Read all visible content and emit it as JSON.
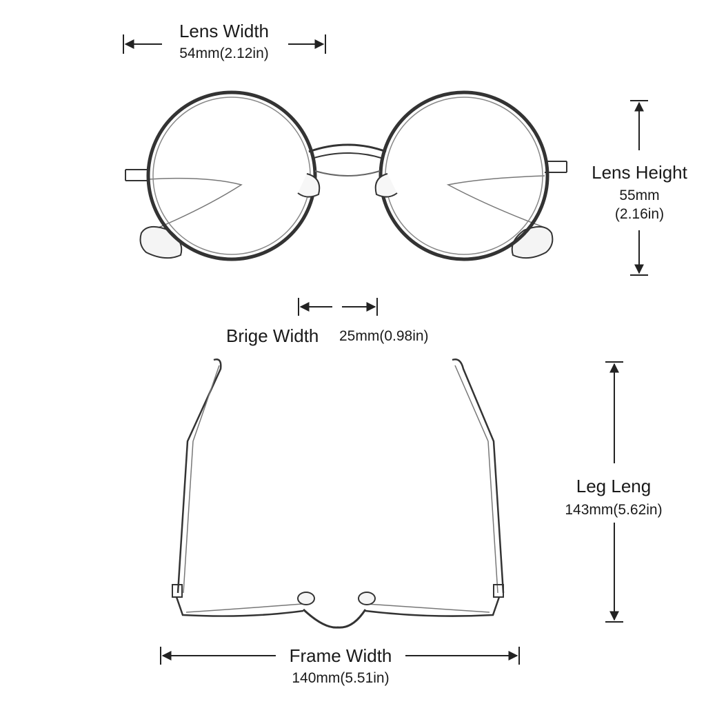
{
  "lens_width": {
    "title": "Lens Width",
    "value": "54mm(2.12in)"
  },
  "lens_height": {
    "title": "Lens Height",
    "value_mm": "55mm",
    "value_in": "(2.16in)"
  },
  "bridge_width": {
    "title": "Brige Width",
    "value": "25mm(0.98in)"
  },
  "leg_length": {
    "title": "Leg Leng",
    "value": "143mm(5.62in)"
  },
  "frame_width": {
    "title": "Frame Width",
    "value": "140mm(5.51in)"
  },
  "colors": {
    "line": "#2b2b2b",
    "frame": "#3a3a3a",
    "text": "#1a1a1a"
  }
}
